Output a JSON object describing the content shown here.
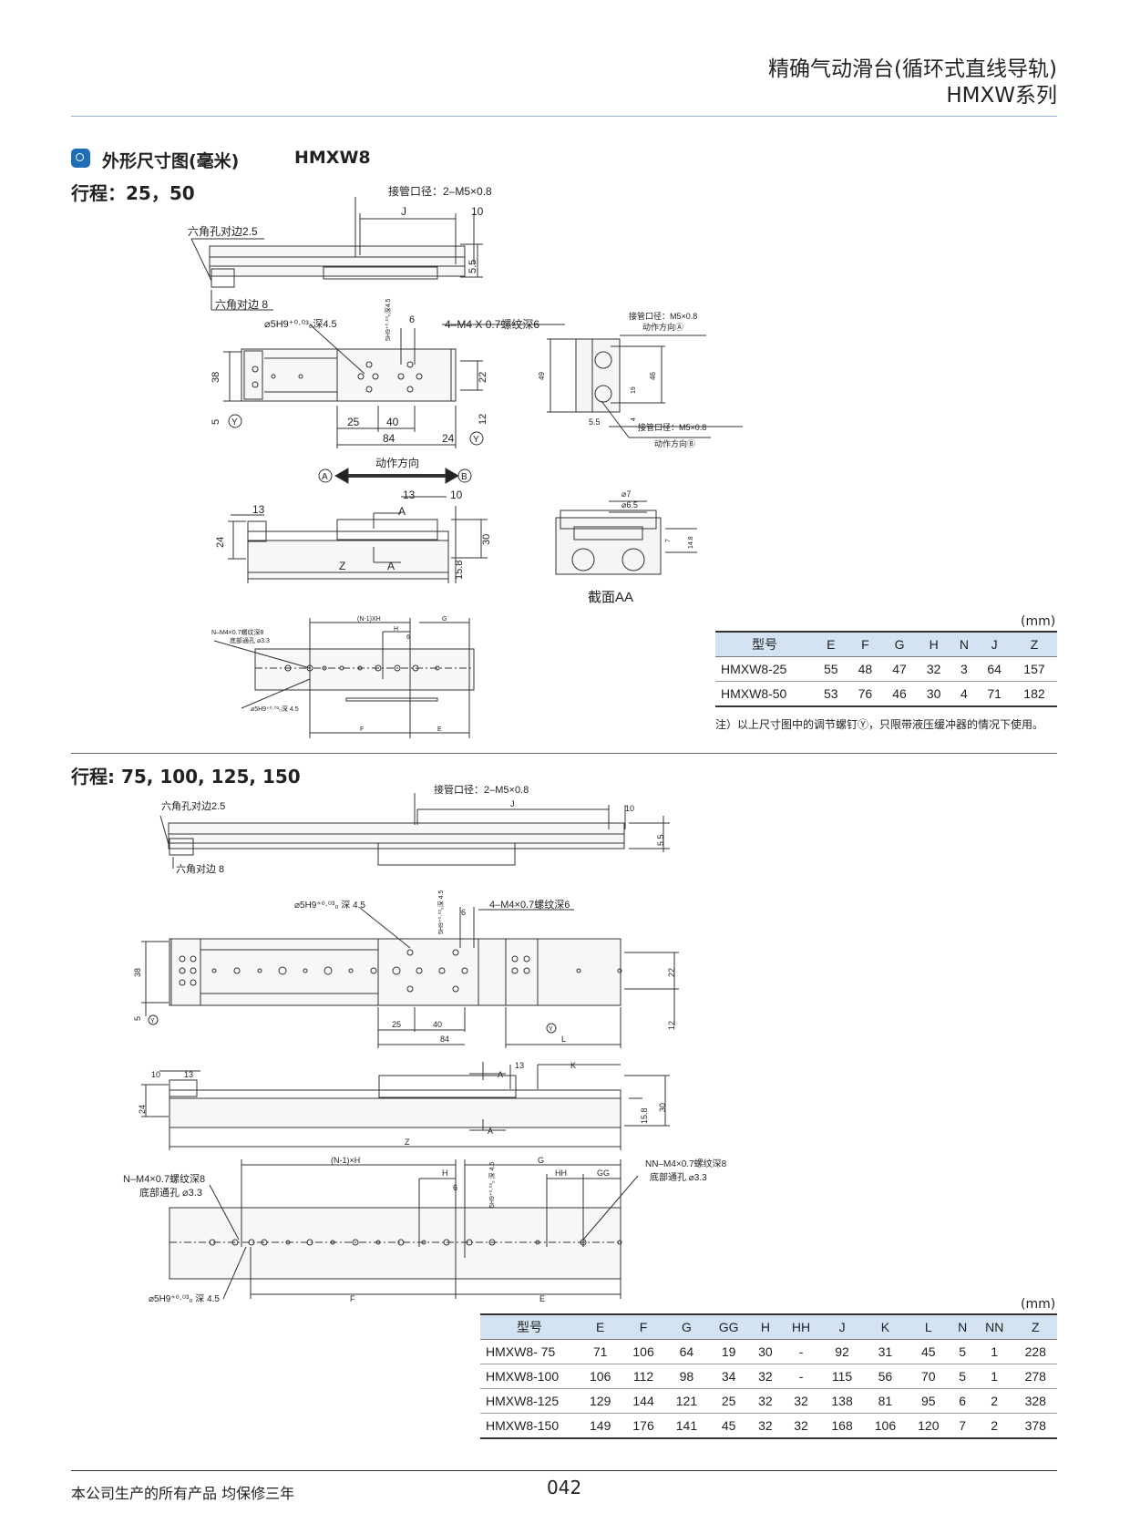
{
  "header": {
    "title_line1": "精确气动滑台(循环式直线导轨)",
    "title_line2": "HMXW系列"
  },
  "section": {
    "title": "外形尺寸图(毫米)",
    "model": "HMXW8"
  },
  "stroke1": {
    "label": "行程：25，50"
  },
  "stroke2": {
    "label": "行程: 75, 100, 125, 150"
  },
  "drawing1": {
    "port_label": "接管口径：2–M5×0.8",
    "dim_J": "J",
    "dim_10": "10",
    "hex_hole": "六角孔对边2.5",
    "hex_side": "六角对边 8",
    "dim_55": "5.5",
    "pin_hole": "⌀5H9⁺⁰·⁰³₀深4.5",
    "pin_hole_vert": "5H9⁺⁰·⁰³₀深4.5",
    "dim_6": "6",
    "tap_label": "4–M4 X 0.7螺纹深6",
    "dim_38": "38",
    "dim_5": "5",
    "dim_22": "22",
    "dim_12": "12",
    "dim_25": "25",
    "dim_40": "40",
    "dim_84": "84",
    "dim_24": "24",
    "mark_Y": "Y",
    "dir_label": "动作方向",
    "mark_A": "A",
    "mark_B": "B",
    "dim_13": "13",
    "dim_30": "30",
    "dim_Z": "Z",
    "dim_158": "15.8",
    "sec_A": "A",
    "side_port_a": "接管口径：M5×0.8",
    "side_dir_a": "动作方向Ⓐ",
    "side_port_b": "接管口径：M5×0.8",
    "side_dir_b": "动作方向Ⓑ",
    "dim_49": "49",
    "dim_46": "46",
    "dim_19": "19",
    "dim_4": "4",
    "dim_55b": "5.5",
    "sec_d7": "⌀7",
    "sec_d65": "⌀6.5",
    "sec_7": "7",
    "sec_148": "14.8",
    "section_label": "截面AA",
    "bot_nm": "N–M4×0.7螺纹深8",
    "bot_through": "底部通孔 ⌀3.3",
    "bot_nxh": "(N-1)XH",
    "bot_G": "G",
    "bot_H": "H",
    "bot_6": "6",
    "bot_pin": "⌀5H9⁺⁰·⁰³₀深 4.5",
    "bot_F": "F",
    "bot_E": "E"
  },
  "table1": {
    "unit": "(mm)",
    "columns": [
      "型号",
      "E",
      "F",
      "G",
      "H",
      "N",
      "J",
      "Z"
    ],
    "rows": [
      [
        "HMXW8-25",
        "55",
        "48",
        "47",
        "32",
        "3",
        "64",
        "157"
      ],
      [
        "HMXW8-50",
        "53",
        "76",
        "46",
        "30",
        "4",
        "71",
        "182"
      ]
    ],
    "note": "注）以上尺寸图中的调节螺钉Ⓨ，只限带液压缓冲器的情况下使用。"
  },
  "drawing2": {
    "hex_hole": "六角孔对边2.5",
    "port_label": "接管口径：2–M5×0.8",
    "dim_J": "J",
    "dim_10": "10",
    "dim_55": "5.5",
    "hex_side": "六角对边 8",
    "pin_hole": "⌀5H9⁺⁰·⁰³₀ 深 4.5",
    "pin_vert": "5H9⁺⁰·⁰³₀深 4.5",
    "dim_6": "6",
    "tap_label": "4–M4×0.7螺纹深6",
    "dim_38": "38",
    "dim_5": "5",
    "dim_22": "22",
    "dim_12": "12",
    "dim_25": "25",
    "dim_40": "40",
    "dim_84": "84",
    "dim_L": "L",
    "mark_Y": "Y",
    "dim_10b": "10",
    "dim_13": "13",
    "dim_13b": "13",
    "dim_K": "K",
    "mark_A": "A",
    "dim_24": "24",
    "dim_158": "15.8",
    "dim_30": "30",
    "dim_Z": "Z",
    "nxh": "(N-1)×H",
    "dim_G": "G",
    "nm_label": "N–M4×0.7螺纹深8",
    "through": "底部通孔 ⌀3.3",
    "dim_H": "H",
    "dim_6b": "6",
    "pin_vert2": "5H9⁺⁰·⁰³₀ 深 4.5",
    "dim_HH": "HH",
    "dim_GG": "GG",
    "nnm_label": "NN–M4×0.7螺纹深8",
    "through2": "底部通孔 ⌀3.3",
    "pin_bottom": "⌀5H9⁺⁰·⁰³₀ 深 4.5",
    "dim_F": "F",
    "dim_E": "E"
  },
  "table2": {
    "unit": "(mm)",
    "columns": [
      "型号",
      "E",
      "F",
      "G",
      "GG",
      "H",
      "HH",
      "J",
      "K",
      "L",
      "N",
      "NN",
      "Z"
    ],
    "rows": [
      [
        "HMXW8- 75",
        "71",
        "106",
        "64",
        "19",
        "30",
        "-",
        "92",
        "31",
        "45",
        "5",
        "1",
        "228"
      ],
      [
        "HMXW8-100",
        "106",
        "112",
        "98",
        "34",
        "32",
        "-",
        "115",
        "56",
        "70",
        "5",
        "1",
        "278"
      ],
      [
        "HMXW8-125",
        "129",
        "144",
        "121",
        "25",
        "32",
        "32",
        "138",
        "81",
        "95",
        "6",
        "2",
        "328"
      ],
      [
        "HMXW8-150",
        "149",
        "176",
        "141",
        "45",
        "32",
        "32",
        "168",
        "106",
        "120",
        "7",
        "2",
        "378"
      ]
    ]
  },
  "footer": {
    "warranty": "本公司生产的所有产品 均保修三年",
    "page": "042"
  }
}
